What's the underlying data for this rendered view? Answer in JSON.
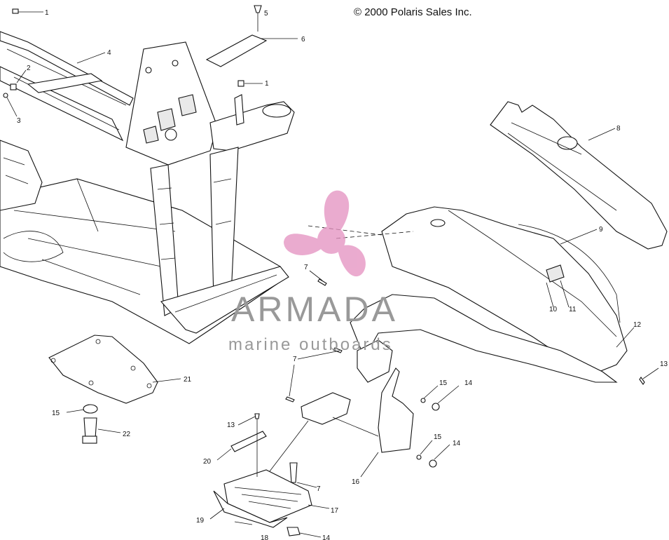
{
  "copyright": "© 2000 Polaris Sales Inc.",
  "watermark": {
    "brand": "ARMADA",
    "tagline": "marine outboards",
    "logo_color": "#e48fbf",
    "text_color": "#999999"
  },
  "callouts": {
    "c1a": "1",
    "c1b": "1",
    "c2": "2",
    "c3": "3",
    "c4": "4",
    "c5": "5",
    "c6": "6",
    "c7a": "7",
    "c7b": "7",
    "c7c": "7",
    "c8": "8",
    "c9": "9",
    "c10": "10",
    "c11": "11",
    "c12": "12",
    "c13a": "13",
    "c13b": "13",
    "c14a": "14",
    "c14b": "14",
    "c14c": "14",
    "c15a": "15",
    "c15b": "15",
    "c15c": "15",
    "c16": "16",
    "c17": "17",
    "c18": "18",
    "c19": "19",
    "c20": "20",
    "c21": "21",
    "c22": "22"
  }
}
